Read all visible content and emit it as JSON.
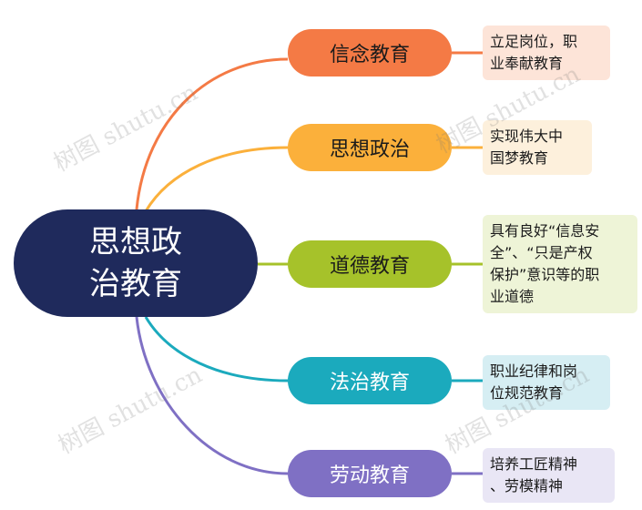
{
  "root": {
    "line1": "思想政",
    "line2": "治教育"
  },
  "branches": [
    {
      "label": "信念教育",
      "detail": "立足岗位，职\n业奉献教育",
      "color": "#f47a45",
      "leaf_bg": "#fde4d8"
    },
    {
      "label": "思想政治",
      "detail": "实现伟大中\n国梦教育",
      "color": "#fbb03b",
      "leaf_bg": "#fdf0dc"
    },
    {
      "label": "道德教育",
      "detail": "具有良好“信息安\n全”、“只是产权\n保护”意识等的职\n业道德",
      "color": "#a6c22a",
      "leaf_bg": "#eef4d7"
    },
    {
      "label": "法治教育",
      "detail": "职业纪律和岗\n位规范教育",
      "color": "#1baabd",
      "leaf_bg": "#d6eef3"
    },
    {
      "label": "劳动教育",
      "detail": "培养工匠精神\n、劳模精神",
      "color": "#7f70c4",
      "leaf_bg": "#e9e6f5"
    }
  ],
  "root_color": "#1f2a5c",
  "watermark": "树图 shutu.cn"
}
